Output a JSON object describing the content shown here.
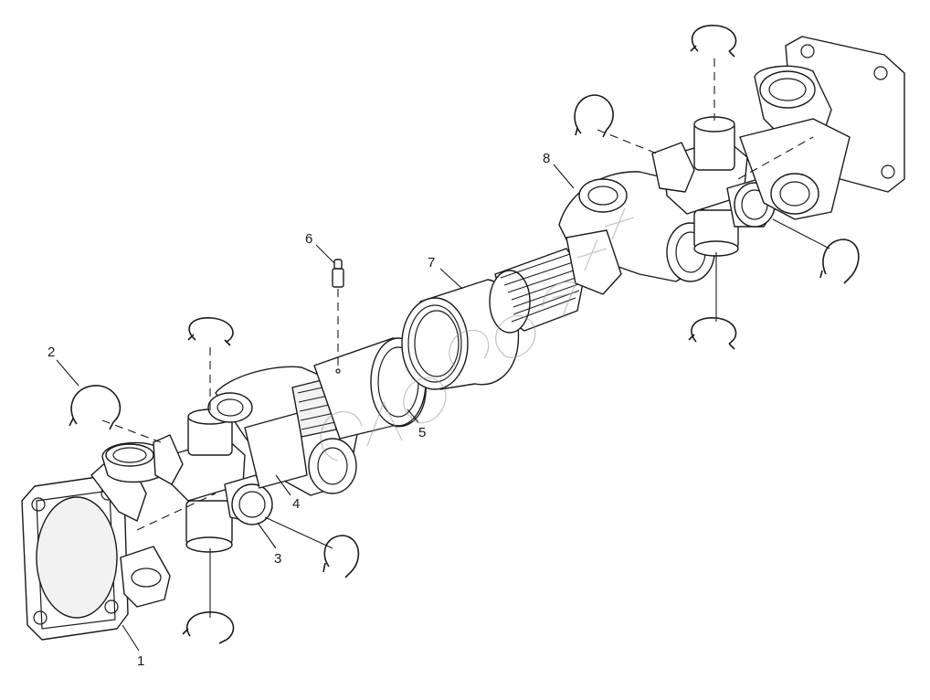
{
  "callouts": [
    {
      "label": "1"
    },
    {
      "label": "2"
    },
    {
      "label": "3"
    },
    {
      "label": "4"
    },
    {
      "label": "5"
    },
    {
      "label": "6"
    },
    {
      "label": "7"
    },
    {
      "label": "8"
    }
  ],
  "colors": {
    "line": "#1a1a1a",
    "background": "#ffffff",
    "watermark": "#9a9a9a"
  }
}
